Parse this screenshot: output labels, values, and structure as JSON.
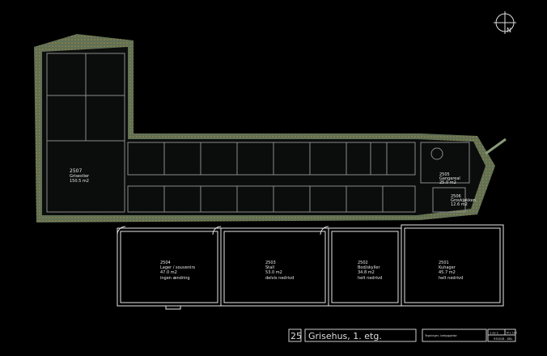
{
  "north_arrow": {
    "label": "N"
  },
  "rooms_lower": [
    {
      "number": "2504",
      "name": "Lager / souvenirs",
      "area": "47.0 m2",
      "note": "ingen ændring"
    },
    {
      "number": "2503",
      "name": "Stall",
      "area": "53.0 m2",
      "note": "delvis nedrivd"
    },
    {
      "number": "2502",
      "name": "Bod/skyller",
      "area": "34.8 m2",
      "note": "helt nedrivd"
    },
    {
      "number": "2501",
      "name": "Kuhager",
      "area": "45.7 m2",
      "note": "helt nedrivd"
    }
  ],
  "rooms_scan": [
    {
      "number": "2507",
      "name": "Grisestier",
      "area": "150.5 m2"
    },
    {
      "number": "2505",
      "name": "Gangareal",
      "area": "25.0 m2"
    },
    {
      "number": "2506",
      "name": "Grovkjøkken",
      "area": "12.6 m2"
    }
  ],
  "title_block": {
    "sheet_number": "25",
    "title": "Grisehus, 1. etg.",
    "subtitle": "Tegninger, bebyggelse",
    "page": "1 av 2",
    "scale": "M 1:100",
    "reference": "930528 - KBL"
  }
}
